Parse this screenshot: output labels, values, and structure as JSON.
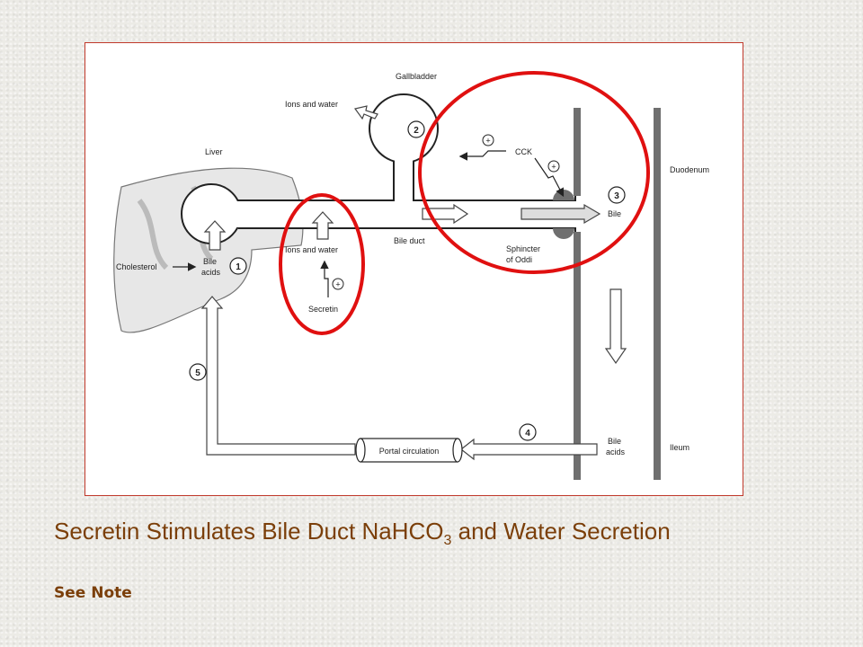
{
  "diagram": {
    "labels": {
      "gallbladder": "Gallbladder",
      "ions_water_top": "Ions and water",
      "liver": "Liver",
      "cck": "CCK",
      "duodenum": "Duodenum",
      "bile_right": "Bile",
      "bile_duct": "Bile duct",
      "ions_water_mid": "Ions and water",
      "sphincter_line1": "Sphincter",
      "sphincter_line2": "of Oddi",
      "cholesterol": "Cholesterol",
      "bile_acids_line1": "Bile",
      "bile_acids_line2": "acids",
      "secretin": "Secretin",
      "portal": "Portal circulation",
      "bile_acids_ileum_line1": "Bile",
      "bile_acids_ileum_line2": "acids",
      "ileum": "Ileum",
      "plus": "+"
    },
    "steps": [
      "1",
      "2",
      "3",
      "4",
      "5"
    ],
    "colors": {
      "highlight": "#e01010",
      "duct_gray": "#9a9a9a",
      "wall_gray": "#6f6f6f"
    }
  },
  "caption": {
    "main": "Secretin Stimulates Bile Duct NaHCO",
    "subscript": "3",
    "rest": " and Water Secretion"
  },
  "note": "See Note"
}
